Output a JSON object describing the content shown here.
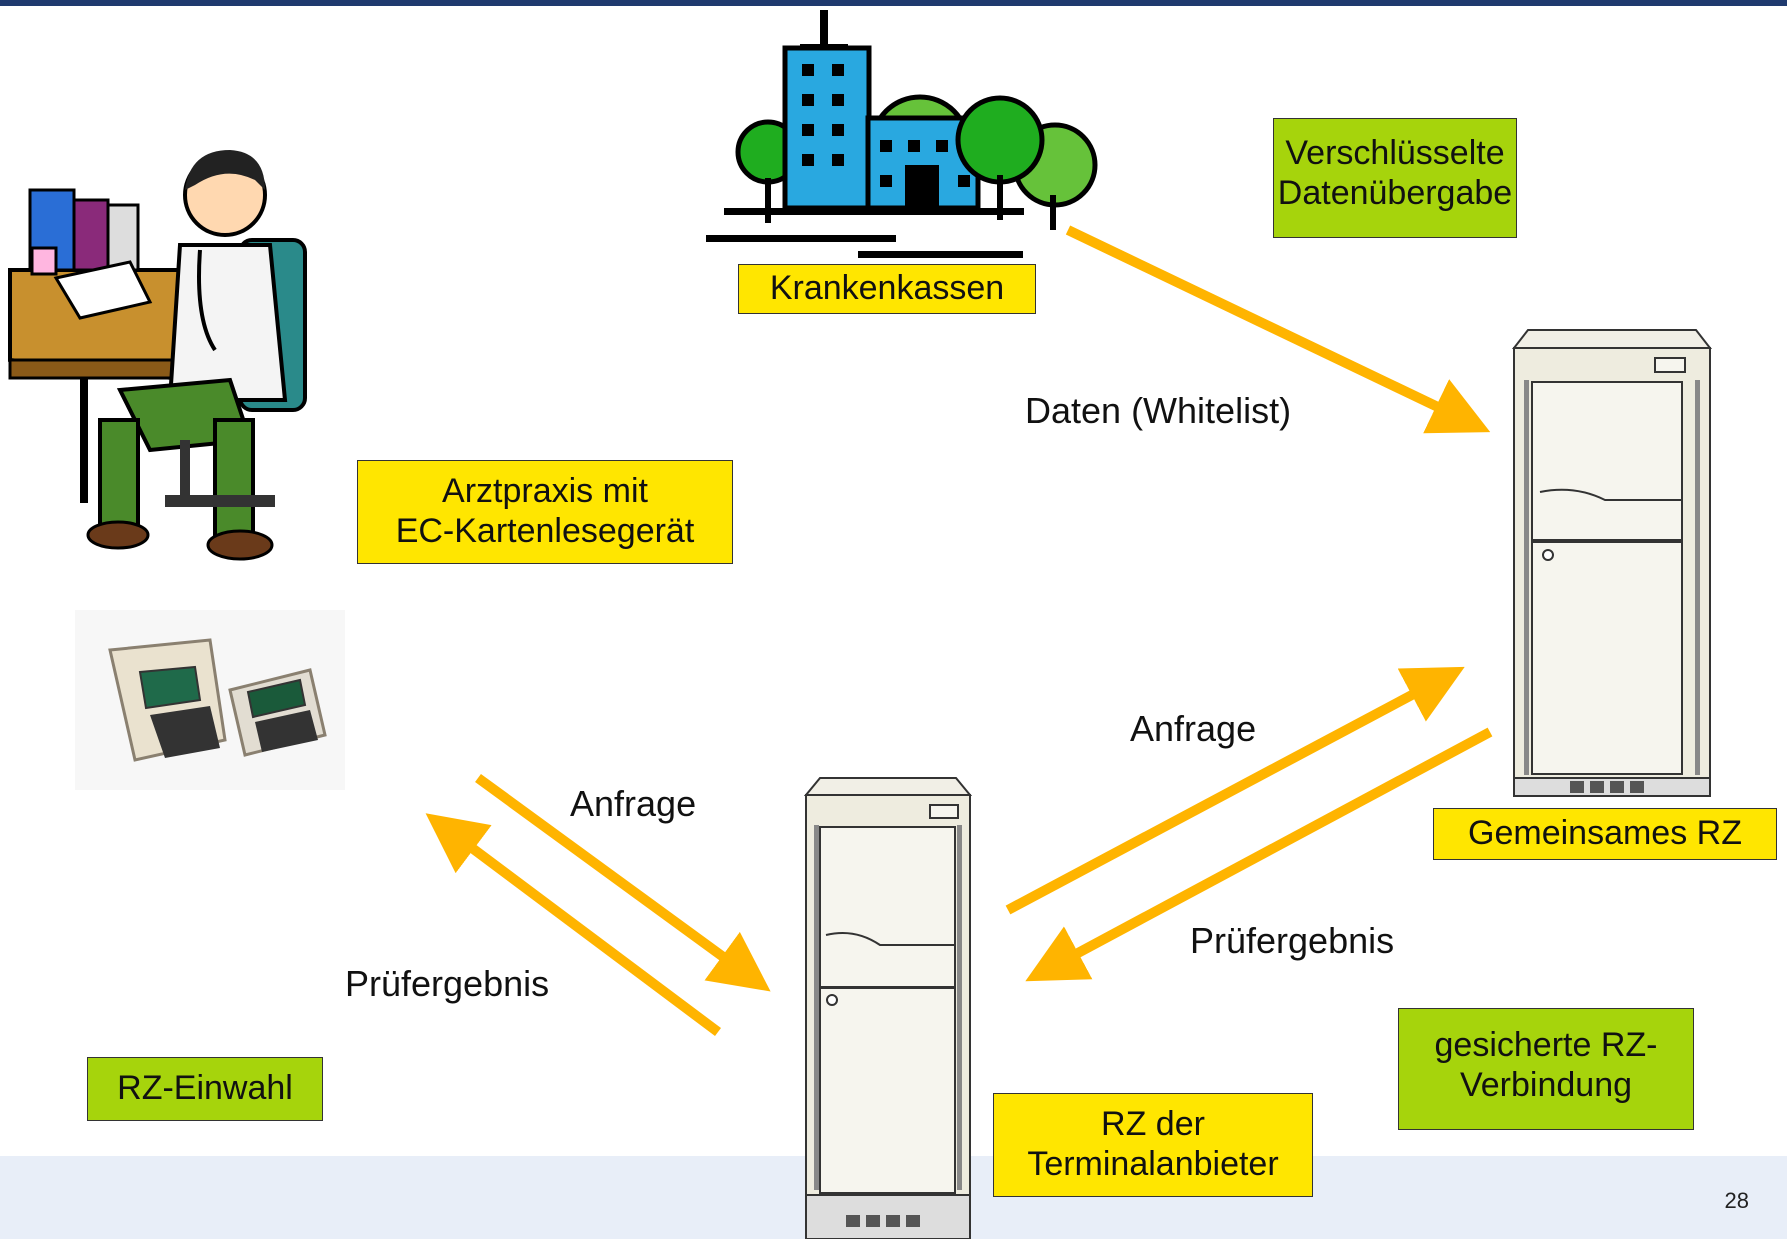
{
  "labels": {
    "krankenkassen": "Krankenkassen",
    "verschluesselt": [
      "Verschlüsselte",
      "Datenübergabe"
    ],
    "daten_whitelist": "Daten (Whitelist)",
    "arztpraxis": [
      "Arztpraxis mit",
      "EC-Kartenlesegerät"
    ],
    "anfrage_left": "Anfrage",
    "anfrage_right": "Anfrage",
    "pruefergebnis_left": "Prüfergebnis",
    "pruefergebnis_right": "Prüfergebnis",
    "gemeinsames_rz": "Gemeinsames RZ",
    "rz_einwahl": "RZ-Einwahl",
    "rz_terminal": [
      "RZ der",
      "Terminalanbieter"
    ],
    "gesicherte": [
      "gesicherte RZ-",
      "Verbindung"
    ]
  },
  "page_number": "28",
  "colors": {
    "arrow": "#ffb400",
    "yellow_box": "#ffe600",
    "green_box": "#a6d40c",
    "top_bar": "#1f3a6e",
    "footer": "#e8eef8"
  },
  "icons": [
    "hospital-building-icon",
    "doctor-at-desk-icon",
    "card-reader-terminal-icon",
    "server-cabinet-icon"
  ]
}
